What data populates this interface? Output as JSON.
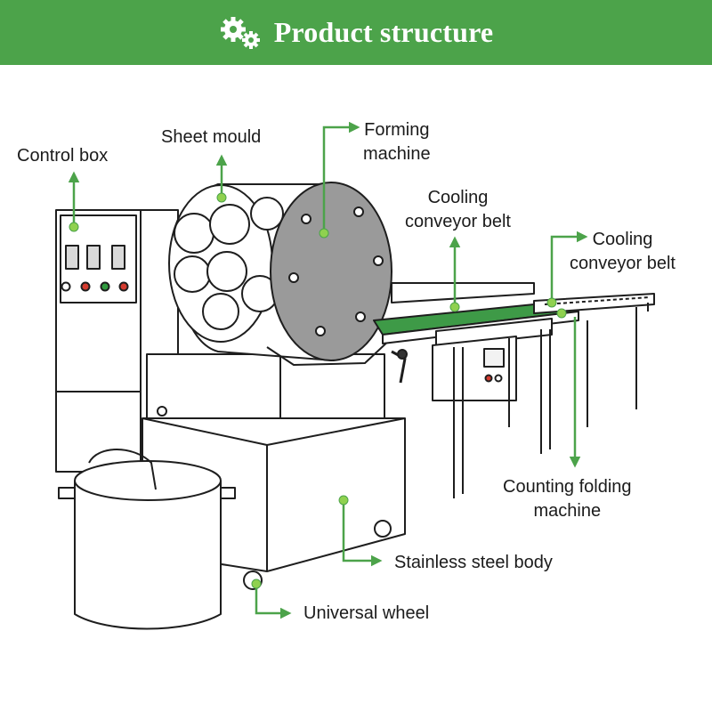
{
  "header": {
    "title": "Product structure",
    "icon": "gears-icon",
    "background": "#4ca34a"
  },
  "accent_color": "#4ca34a",
  "callouts": {
    "control_box": "Control box",
    "sheet_mould": "Sheet mould",
    "forming_machine_1": "Forming",
    "forming_machine_2": "machine",
    "cooling_belt_a_1": "Cooling",
    "cooling_belt_a_2": "conveyor belt",
    "cooling_belt_b_1": "Cooling",
    "cooling_belt_b_2": "conveyor belt",
    "counting_folding_1": "Counting folding",
    "counting_folding_2": "machine",
    "stainless_body": "Stainless steel body",
    "universal_wheel": "Universal wheel"
  }
}
